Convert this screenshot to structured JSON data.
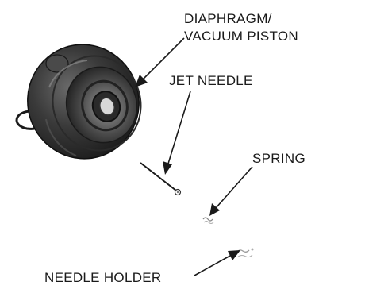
{
  "labels": {
    "diaphragm_line1": "DIAPHRAGM/",
    "diaphragm_line2": "VACUUM PISTON",
    "jet_needle": "JET NEEDLE",
    "spring": "SPRING",
    "needle_holder": "NEEDLE HOLDER"
  }
}
